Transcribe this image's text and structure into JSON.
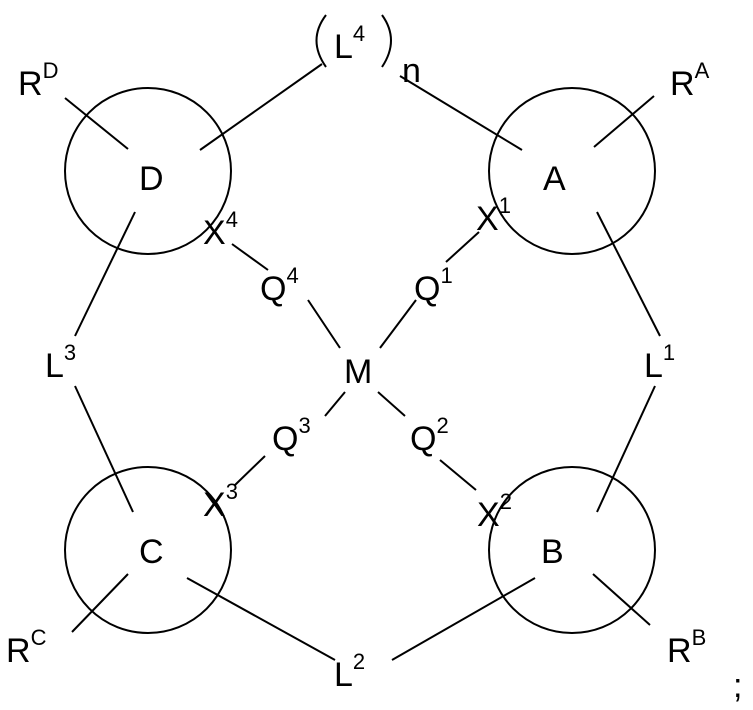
{
  "structure": {
    "center": "M",
    "rings": {
      "A": {
        "label": "A",
        "substituent": "R",
        "sub_sup": "A"
      },
      "B": {
        "label": "B",
        "substituent": "R",
        "sub_sup": "B"
      },
      "C": {
        "label": "C",
        "substituent": "R",
        "sub_sup": "C"
      },
      "D": {
        "label": "D",
        "substituent": "R",
        "sub_sup": "D"
      }
    },
    "donors": {
      "x1": {
        "base": "X",
        "sup": "1"
      },
      "x2": {
        "base": "X",
        "sup": "2"
      },
      "x3": {
        "base": "X",
        "sup": "3"
      },
      "x4": {
        "base": "X",
        "sup": "4"
      }
    },
    "bridges_q": {
      "q1": {
        "base": "Q",
        "sup": "1"
      },
      "q2": {
        "base": "Q",
        "sup": "2"
      },
      "q3": {
        "base": "Q",
        "sup": "3"
      },
      "q4": {
        "base": "Q",
        "sup": "4"
      }
    },
    "linkers": {
      "l1": {
        "base": "L",
        "sup": "1"
      },
      "l2": {
        "base": "L",
        "sup": "2"
      },
      "l3": {
        "base": "L",
        "sup": "3"
      },
      "l4": {
        "base": "L",
        "sup": "4",
        "subscript": "n"
      }
    },
    "trailing_punctuation": ";"
  }
}
